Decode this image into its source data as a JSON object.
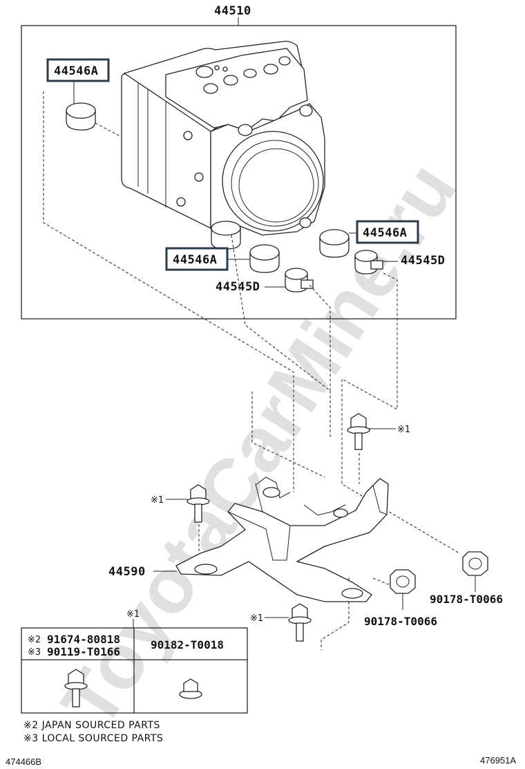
{
  "watermark": "ToyotaCarMine.ru",
  "assembly": {
    "part_number": "44510"
  },
  "parts": {
    "cap_top_left": "44546A",
    "cap_right": "44546A",
    "cap_bottom": "44546A",
    "stud_right": "44545D",
    "stud_center": "44545D",
    "bracket": "44590",
    "nut_right": "90178-T0066",
    "nut_center": "90178-T0066"
  },
  "marks": {
    "bolt_upper_right": "※1",
    "bolt_left": "※1",
    "bolt_bottom": "※1",
    "table_header": "※1"
  },
  "table": {
    "col1": {
      "line1_mark": "※2",
      "line1_part": "91674-80818",
      "line2_mark": "※3",
      "line2_part": "90119-T0166"
    },
    "col2": {
      "part": "90182-T0018"
    }
  },
  "notes": {
    "note1": "※2 JAPAN SOURCED PARTS",
    "note2": "※3 LOCAL SOURCED PARTS"
  },
  "codes": {
    "left": "474466B",
    "right": "476951A"
  }
}
